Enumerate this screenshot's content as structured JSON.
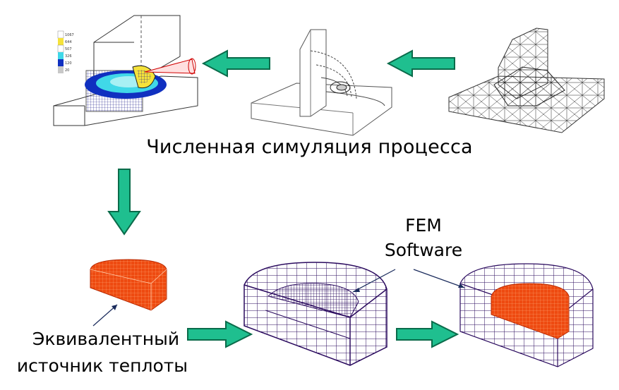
{
  "caption": "Численная симуляция процесса",
  "fem_line1": "FEM",
  "fem_line2": "Software",
  "heat_source_line1": "Эквивалентный",
  "heat_source_line2": "источник теплоты",
  "colors": {
    "arrow_fill": "#1fbf8f",
    "arrow_stroke": "#0a6b4a",
    "mesh_dark": "#2a0a5e",
    "heat_orange": "#ee4a10",
    "sim_blue": "#1030c0",
    "sim_cyan": "#40d8e8",
    "sim_yellow": "#f5e23a"
  },
  "legend_values": [
    "1067",
    "644",
    "507",
    "326",
    "120",
    "20"
  ]
}
